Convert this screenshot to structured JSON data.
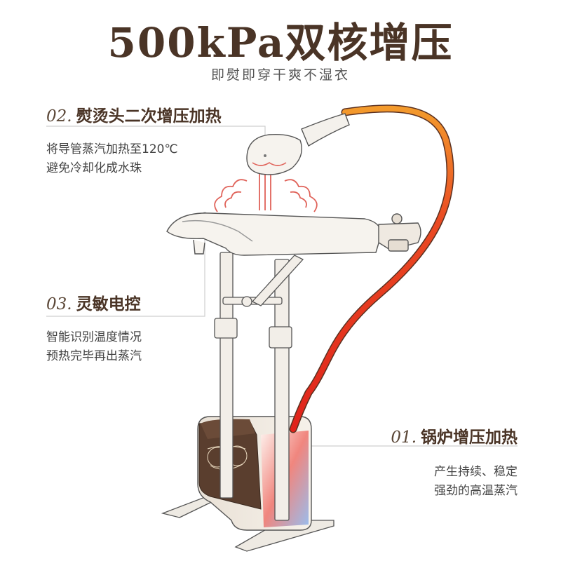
{
  "header": {
    "title": "500kPa双核增压",
    "subtitle": "即熨即穿干爽不湿衣"
  },
  "features": [
    {
      "num": "02.",
      "name": "熨烫头二次增压加热",
      "lines": [
        "将导管蒸汽加热至120℃",
        "避免冷却化成水珠"
      ]
    },
    {
      "num": "03.",
      "name": "灵敏电控",
      "lines": [
        "智能识别温度情况",
        "预热完毕再出蒸汽"
      ]
    },
    {
      "num": "01.",
      "name": "锅炉增压加热",
      "lines": [
        "产生持续、稳定",
        "强劲的高温蒸汽"
      ]
    }
  ],
  "colors": {
    "brand_brown": "#4a3426",
    "hose_orange": "#f08a2a",
    "hose_red": "#e0231b",
    "steam_red": "#e0635a"
  }
}
